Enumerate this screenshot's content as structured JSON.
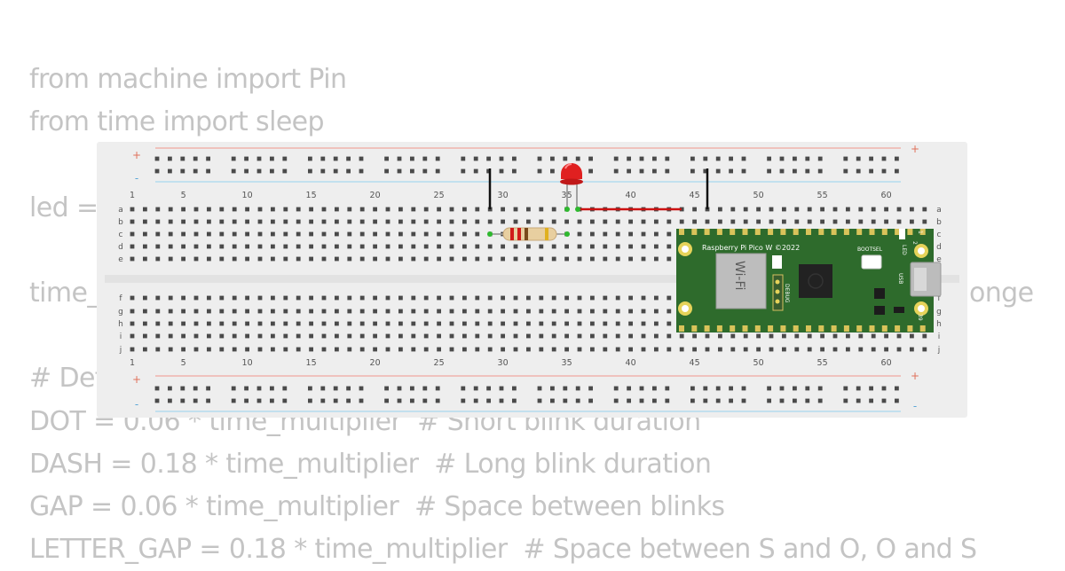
{
  "code_lines": [
    "from machine import Pin",
    "from time import sleep",
    "",
    "led = ",
    "",
    "time_",
    "",
    "# Def",
    "DOT = 0.06 * time_multiplier  # Short blink duration",
    "DASH = 0.18 * time_multiplier  # Long blink duration",
    "GAP = 0.06 * time_multiplier  # Space between blinks",
    "LETTER_GAP = 0.18 * time_multiplier  # Space between S and O, O and S"
  ],
  "code_overflow_right": "onge",
  "breadboard": {
    "column_labels": [
      "1",
      "5",
      "10",
      "15",
      "20",
      "25",
      "30",
      "35",
      "40",
      "45",
      "50",
      "55",
      "60"
    ],
    "row_labels_top": [
      "a",
      "b",
      "c",
      "d",
      "e"
    ],
    "row_labels_bottom": [
      "f",
      "g",
      "h",
      "i",
      "j"
    ],
    "rail_plus": "+",
    "rail_minus": "-"
  },
  "pico": {
    "title": "Raspberry Pi Pico W ©2022",
    "wifi_label": "Wi-Fi",
    "bootsel_label": "BOOTSEL",
    "debug_label": "DEBUG",
    "led_label": "LED",
    "usb_label": "USB",
    "pin_1": "1",
    "pin_2": "2",
    "pin_39": "39",
    "board_color": "#2e6b2c"
  },
  "colors": {
    "code_text": "#c4c4c4",
    "board": "#eeeeee",
    "hole": "#4a4a4a",
    "rail_red": "#f0a9a0",
    "rail_blue": "#a9d8ee",
    "wire_red": "#cc1111",
    "wire_black": "#111111",
    "led_red": "#e02020"
  }
}
